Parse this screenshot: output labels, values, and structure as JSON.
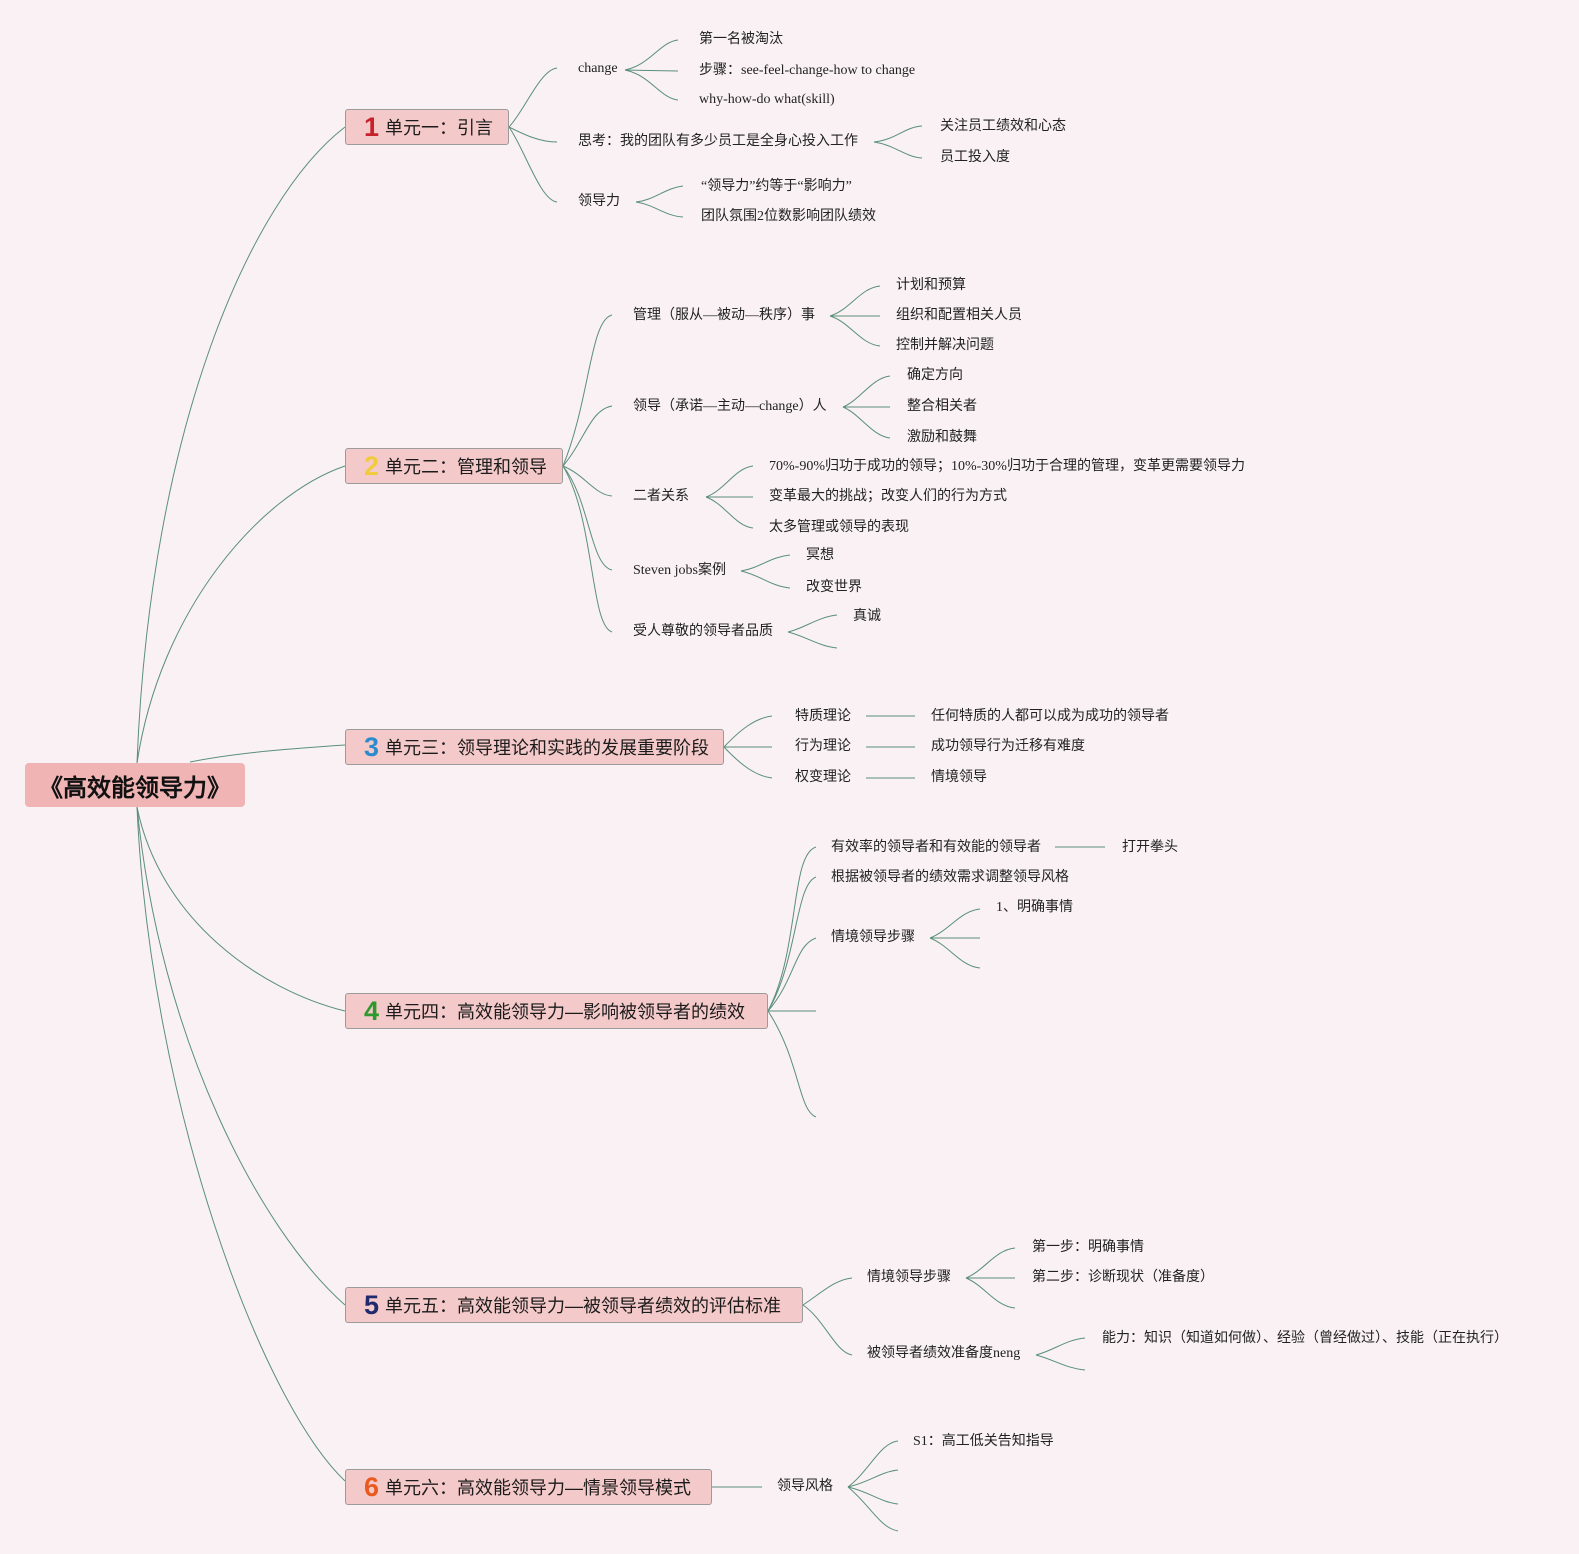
{
  "root": "《高效能领导力》",
  "units": [
    {
      "num": "1",
      "num_color": "#c7222c",
      "label": "单元一：引言"
    },
    {
      "num": "2",
      "num_color": "#f0cc3c",
      "label": "单元二：管理和领导"
    },
    {
      "num": "3",
      "num_color": "#2b8ccd",
      "label": "单元三：领导理论和实践的发展重要阶段"
    },
    {
      "num": "4",
      "num_color": "#2c9a2c",
      "label": "单元四：高效能领导力—影响被领导者的绩效"
    },
    {
      "num": "5",
      "num_color": "#222a6e",
      "label": "单元五：高效能领导力—被领导者绩效的评估标准"
    },
    {
      "num": "6",
      "num_color": "#ea5a1f",
      "label": "单元六：高效能领导力—情景领导模式"
    }
  ],
  "nodes": {
    "u1_change": "change",
    "u1_change_1": "第一名被淘汰",
    "u1_change_2": "步骤：see-feel-change-how to change",
    "u1_change_3": "why-how-do what(skill)",
    "u1_think": "思考：我的团队有多少员工是全身心投入工作",
    "u1_think_1": "关注员工绩效和心态",
    "u1_think_2": "员工投入度",
    "u1_lead": "领导力",
    "u1_lead_1": "“领导力”约等于“影响力”",
    "u1_lead_2": "团队氛围2位数影响团队绩效",
    "u2_manage": "管理（服从—被动—秩序）事",
    "u2_manage_1": "计划和预算",
    "u2_manage_2": "组织和配置相关人员",
    "u2_manage_3": "控制并解决问题",
    "u2_lead": "领导（承诺—主动—change）人",
    "u2_lead_1": "确定方向",
    "u2_lead_2": "整合相关者",
    "u2_lead_3": "激励和鼓舞",
    "u2_rel": "二者关系",
    "u2_rel_1": "70%-90%归功于成功的领导；10%-30%归功于合理的管理，变革更需要领导力",
    "u2_rel_2": "变革最大的挑战；改变人们的行为方式",
    "u2_rel_3": "太多管理或领导的表现",
    "u2_jobs": "Steven jobs案例",
    "u2_jobs_1": "冥想",
    "u2_jobs_2": "改变世界",
    "u2_quality": "受人尊敬的领导者品质",
    "u2_quality_1": "真诚",
    "u3_trait": "特质理论",
    "u3_trait_1": "任何特质的人都可以成为成功的领导者",
    "u3_behavior": "行为理论",
    "u3_behavior_1": "成功领导行为迁移有难度",
    "u3_contingency": "权变理论",
    "u3_contingency_1": "情境领导",
    "u4_eff": "有效率的领导者和有效能的领导者",
    "u4_eff_1": "打开拳头",
    "u4_adjust": "根据被领导者的绩效需求调整领导风格",
    "u4_steps": "情境领导步骤",
    "u4_steps_1": "1、明确事情",
    "u5_steps": "情境领导步骤",
    "u5_steps_1": "第一步：明确事情",
    "u5_steps_2": "第二步：诊断现状（准备度）",
    "u5_ready": "被领导者绩效准备度neng",
    "u5_ready_1": "能力：知识（知道如何做）、经验（曾经做过）、技能（正在执行）",
    "u6_style": "领导风格",
    "u6_style_1": "S1：高工低关告知指导"
  },
  "colors": {
    "background": "#f9f1f3",
    "line": "#5a8f7b",
    "root_fill": "#f1b4b4",
    "unit_fill": "#f4c9c9"
  }
}
